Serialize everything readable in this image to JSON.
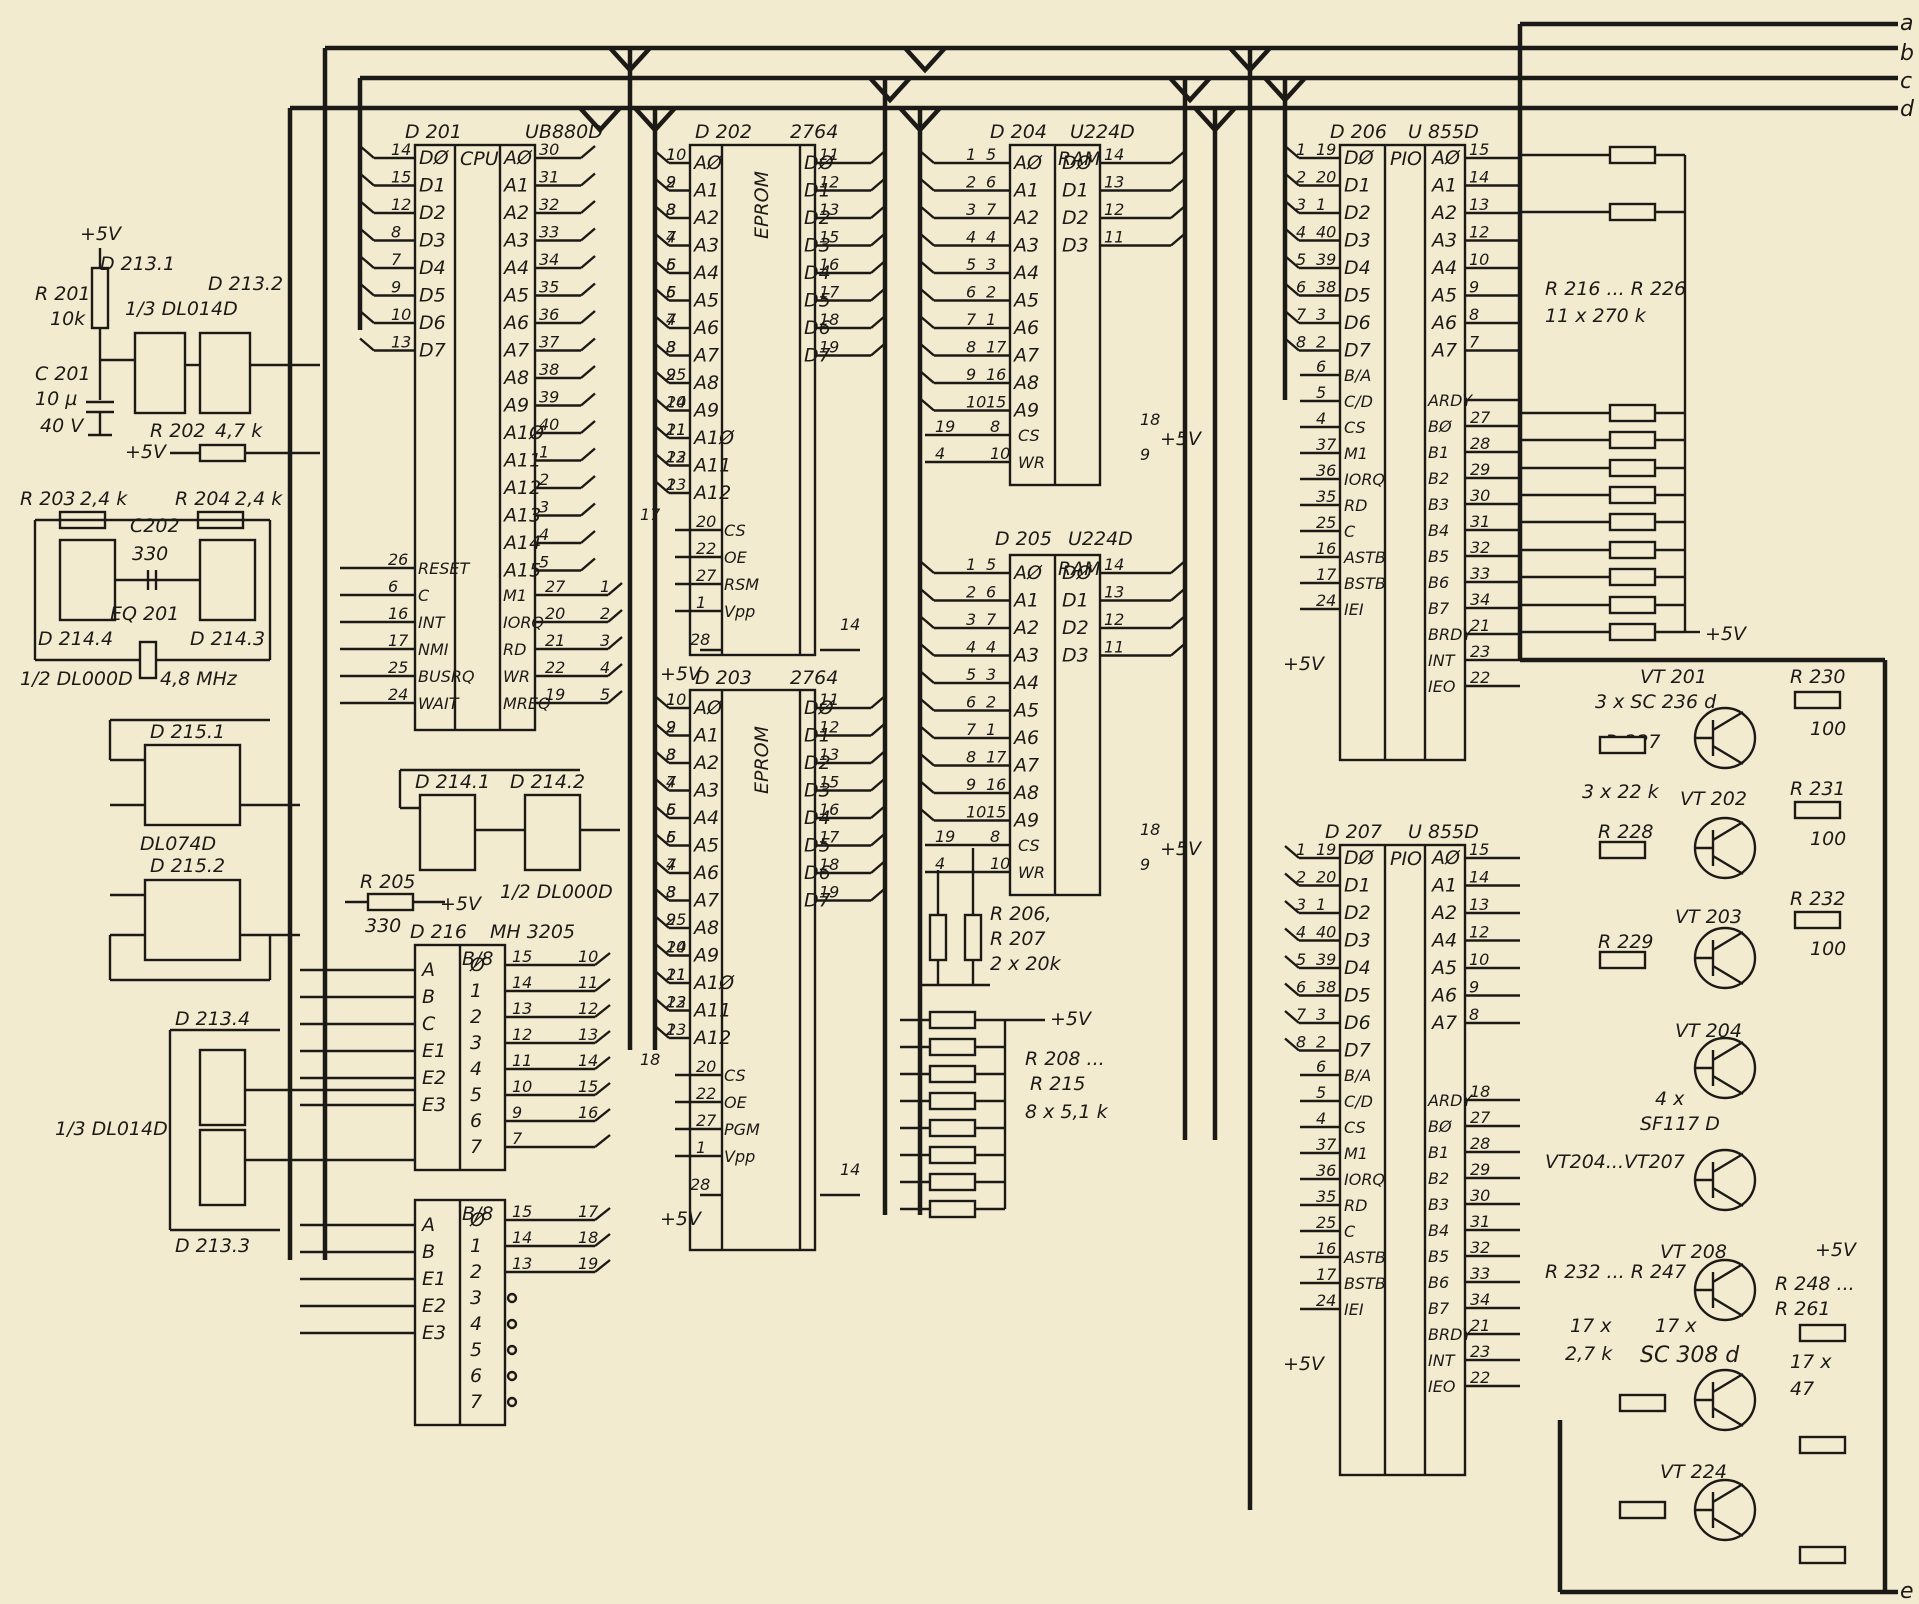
{
  "bus": {
    "labels": [
      "a",
      "b",
      "c",
      "d",
      "e"
    ]
  },
  "power": {
    "vcc": "+5V"
  },
  "cpu": {
    "name": "D 201",
    "type": "UB880D",
    "func": "CPU",
    "data_pins": [
      "DØ",
      "D1",
      "D2",
      "D3",
      "D4",
      "D5",
      "D6",
      "D7"
    ],
    "data_nums": [
      "14",
      "15",
      "12",
      "8",
      "7",
      "9",
      "10",
      "13"
    ],
    "addr_pins": [
      "AØ",
      "A1",
      "A2",
      "A3",
      "A4",
      "A5",
      "A6",
      "A7",
      "A8",
      "A9",
      "A1Ø",
      "A11",
      "A12",
      "A13",
      "A14",
      "A15"
    ],
    "addr_nums": [
      "30",
      "31",
      "32",
      "33",
      "34",
      "35",
      "36",
      "37",
      "38",
      "39",
      "40",
      "1",
      "2",
      "3",
      "4",
      "5"
    ],
    "ctrl_left": [
      "RESET",
      "C",
      "INT",
      "NMI",
      "BUSRQ",
      "WAIT"
    ],
    "ctrl_left_nums": [
      "26",
      "6",
      "16",
      "17",
      "25",
      "24"
    ],
    "ctrl_right": [
      "M1",
      "IORQ",
      "RD",
      "WR",
      "MREQ"
    ],
    "ctrl_right_nums": [
      "27",
      "20",
      "21",
      "22",
      "19"
    ],
    "ctrl_right_lines": [
      "1",
      "2",
      "3",
      "4",
      "5"
    ]
  },
  "eprom1": {
    "name": "D 202",
    "type": "2764",
    "func": "EPROM",
    "addr_pins": [
      "AØ",
      "A1",
      "A2",
      "A3",
      "A4",
      "A5",
      "A6",
      "A7",
      "A8",
      "A9",
      "A1Ø",
      "A11",
      "A12"
    ],
    "addr_nums": [
      "10",
      "9",
      "8",
      "7",
      "6",
      "5",
      "4",
      "3",
      "25",
      "24",
      "21",
      "23",
      "2"
    ],
    "data_pins": [
      "DØ",
      "D1",
      "D2",
      "D3",
      "D4",
      "D5",
      "D6",
      "D7"
    ],
    "data_nums": [
      "11",
      "12",
      "13",
      "15",
      "16",
      "17",
      "18",
      "19"
    ],
    "ctrl": [
      "CS",
      "OE",
      "RSM",
      "Vpp"
    ],
    "ctrl_nums": [
      "20",
      "22",
      "27",
      "1"
    ],
    "cs_line": "17",
    "extra": [
      "28",
      "14"
    ]
  },
  "eprom2": {
    "name": "D 203",
    "type": "2764",
    "func": "EPROM",
    "addr_pins": [
      "AØ",
      "A1",
      "A2",
      "A3",
      "A4",
      "A5",
      "A6",
      "A7",
      "A8",
      "A9",
      "A1Ø",
      "A11",
      "A12"
    ],
    "addr_nums": [
      "10",
      "9",
      "8",
      "7",
      "6",
      "5",
      "4",
      "3",
      "25",
      "24",
      "21",
      "23",
      "2"
    ],
    "data_pins": [
      "DØ",
      "D1",
      "D2",
      "D3",
      "D4",
      "D5",
      "D6",
      "D7"
    ],
    "data_nums": [
      "11",
      "12",
      "13",
      "15",
      "16",
      "17",
      "18",
      "19"
    ],
    "ctrl": [
      "CS",
      "OE",
      "PGM",
      "Vpp"
    ],
    "ctrl_nums": [
      "20",
      "22",
      "27",
      "1"
    ],
    "cs_line": "18",
    "extra": [
      "28",
      "14"
    ]
  },
  "ram1": {
    "name": "D 204",
    "type": "U224D",
    "func": "RAM",
    "addr_pins": [
      "AØ",
      "A1",
      "A2",
      "A3",
      "A4",
      "A5",
      "A6",
      "A7",
      "A8",
      "A9"
    ],
    "addr_nums": [
      "5",
      "6",
      "7",
      "4",
      "3",
      "2",
      "1",
      "17",
      "16",
      "15"
    ],
    "data_pins": [
      "DØ",
      "D1",
      "D2",
      "D3"
    ],
    "data_nums": [
      "14",
      "13",
      "12",
      "11"
    ],
    "ctrl": [
      "CS",
      "WR"
    ],
    "ctrl_nums": [
      "8",
      "10"
    ],
    "ctrl_lines": [
      "19",
      "4"
    ],
    "extra": [
      "18",
      "9"
    ]
  },
  "ram2": {
    "name": "D 205",
    "type": "U224D",
    "func": "RAM",
    "addr_pins": [
      "AØ",
      "A1",
      "A2",
      "A3",
      "A4",
      "A5",
      "A6",
      "A7",
      "A8",
      "A9"
    ],
    "addr_nums": [
      "5",
      "6",
      "7",
      "4",
      "3",
      "2",
      "1",
      "17",
      "16",
      "15"
    ],
    "data_pins": [
      "DØ",
      "D1",
      "D2",
      "D3"
    ],
    "data_nums": [
      "14",
      "13",
      "12",
      "11"
    ],
    "ctrl": [
      "CS",
      "WR"
    ],
    "ctrl_nums": [
      "8",
      "10"
    ],
    "ctrl_lines": [
      "19",
      "4"
    ],
    "extra": [
      "18",
      "9"
    ]
  },
  "pio1": {
    "name": "D 206",
    "type": "U 855D",
    "func": "PIO",
    "data_pins": [
      "DØ",
      "D1",
      "D2",
      "D3",
      "D4",
      "D5",
      "D6",
      "D7"
    ],
    "data_nums": [
      "19",
      "20",
      "1",
      "40",
      "39",
      "38",
      "3",
      "2"
    ],
    "ctrl_left": [
      "B/A",
      "C/D",
      "CS",
      "M1",
      "IORQ",
      "RD",
      "C",
      "ASTB",
      "BSTB",
      "IEI"
    ],
    "ctrl_left_nums": [
      "6",
      "5",
      "4",
      "37",
      "36",
      "35",
      "25",
      "16",
      "17",
      "24"
    ],
    "porta": [
      "AØ",
      "A1",
      "A2",
      "A3",
      "A4",
      "A5",
      "A6",
      "A7"
    ],
    "porta_nums": [
      "15",
      "14",
      "13",
      "12",
      "10",
      "9",
      "8",
      "7"
    ],
    "portb": [
      "ARDY",
      "BØ",
      "B1",
      "B2",
      "B3",
      "B4",
      "B5",
      "B6",
      "B7",
      "BRDY",
      "INT",
      "IEO"
    ],
    "portb_nums": [
      "",
      "27",
      "28",
      "29",
      "30",
      "31",
      "32",
      "33",
      "34",
      "21",
      "23",
      "22"
    ]
  },
  "pio2": {
    "name": "D 207",
    "type": "U 855D",
    "func": "PIO",
    "data_pins": [
      "DØ",
      "D1",
      "D2",
      "D3",
      "D4",
      "D5",
      "D6",
      "D7"
    ],
    "data_nums": [
      "19",
      "20",
      "1",
      "40",
      "39",
      "38",
      "3",
      "2"
    ],
    "ctrl_left": [
      "B/A",
      "C/D",
      "CS",
      "M1",
      "IORQ",
      "RD",
      "C",
      "ASTB",
      "BSTB",
      "IEI"
    ],
    "ctrl_left_nums": [
      "6",
      "5",
      "4",
      "37",
      "36",
      "35",
      "25",
      "16",
      "17",
      "24"
    ],
    "porta": [
      "AØ",
      "A1",
      "A2",
      "A4",
      "A5",
      "A6",
      "A7"
    ],
    "porta_nums": [
      "15",
      "14",
      "13",
      "12",
      "10",
      "9",
      "8",
      "7"
    ],
    "portb": [
      "ARDY",
      "BØ",
      "B1",
      "B2",
      "B3",
      "B4",
      "B5",
      "B6",
      "B7",
      "BRDY",
      "INT",
      "IEO"
    ],
    "portb_nums": [
      "18",
      "27",
      "28",
      "29",
      "30",
      "31",
      "32",
      "33",
      "34",
      "21",
      "23",
      "22"
    ]
  },
  "decoder1": {
    "name": "D 216",
    "type": "MH 3205",
    "func": "B/8",
    "inputs": [
      "A",
      "B",
      "C",
      "E1",
      "E2",
      "E3"
    ],
    "outputs": [
      "Ø",
      "1",
      "2",
      "3",
      "4",
      "5",
      "6",
      "7"
    ],
    "out_nums": [
      "15",
      "14",
      "13",
      "12",
      "11",
      "10",
      "9",
      "7"
    ],
    "out_lines": [
      "10",
      "11",
      "12",
      "13",
      "14",
      "15",
      "16"
    ]
  },
  "decoder2": {
    "func": "B/8",
    "inputs": [
      "A",
      "B",
      "E1",
      "E2",
      "E3"
    ],
    "outputs": [
      "Ø",
      "1",
      "2",
      "3",
      "4",
      "5",
      "6",
      "7"
    ],
    "out_nums": [
      "15",
      "14",
      "13"
    ],
    "out_lines": [
      "17",
      "18",
      "19"
    ]
  },
  "clock": {
    "r201": "R 201",
    "r201_val": "10k",
    "c201": "C 201",
    "c201_val": "10 µ",
    "c201_v": "40 V",
    "d213_1": "D 213.1",
    "d213_2": "D 213.2",
    "dl014": "1/3 DL014D",
    "r202": "R 202",
    "r202_val": "4,7 k",
    "r203": "R 203",
    "r203_val": "2,4 k",
    "r204": "R 204",
    "r204_val": "2,4 k",
    "c202": "C202",
    "c202_val": "330",
    "d214_4": "D 214.4",
    "d214_3": "D 214.3",
    "dl000": "1/2 DL000D",
    "eq": "EQ 201",
    "freq": "4,8 MHz",
    "d215_1": "D 215.1",
    "d215_2": "D 215.2",
    "dl074": "DL074D",
    "d214_1": "D 214.1",
    "d214_2": "D 214.2",
    "dl000_b": "1/2 DL000D",
    "r205": "R 205",
    "r205_val": "330",
    "d213_4": "D 213.4",
    "d213_3": "D 213.3",
    "dl014_b": "1/3 DL014D"
  },
  "resistors": {
    "r206": "R 206,",
    "r207": "R 207",
    "r206_val": "2 x 20k",
    "r208": "R 208 ...",
    "r215": "R 215",
    "r208_val": "8 x 5,1 k",
    "r216": "R 216 ... R 226",
    "r216_val": "11 x 270 k"
  },
  "drivers": {
    "vt201": "VT 201",
    "vt201_type": "3 x SC 236 d",
    "r227": "R 227",
    "r227_val": "3 x 22 k",
    "vt202": "VT 202",
    "vt203": "VT 203",
    "vt204": "VT 204",
    "vt204_count": "4 x",
    "vt204_type": "SF117 D",
    "vt204_range": "VT204...VT207",
    "r228": "R 228",
    "r229": "R 229",
    "r230": "R 230",
    "r231": "R 231",
    "r232": "R 232",
    "r_val": "100",
    "vt208": "VT 208",
    "vt224": "VT 224",
    "r232_247": "R 232 ... R 247",
    "r232_247_count": "17 x",
    "r232_247_val": "2,7 k",
    "sc308_count": "17 x",
    "sc308": "SC 308 d",
    "r248": "R 248 ...",
    "r261": "R 261",
    "r248_count": "17 x",
    "r248_val": "47"
  }
}
